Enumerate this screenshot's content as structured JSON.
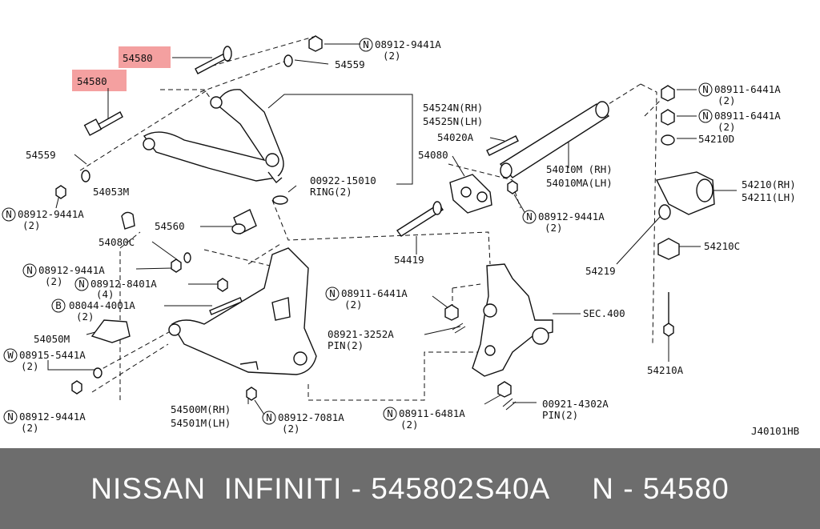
{
  "labels": {
    "hl_a": "54580",
    "hl_b": "54580",
    "top_nut": "08912-9441A",
    "top_nut_qty": "(2)",
    "washer_top": "54559",
    "washer_left": "54559",
    "upper_arm_rh": "54524N(RH)",
    "upper_arm_lh": "54525N(LH)",
    "ring": "00922-15010",
    "ring_qty": "RING(2)",
    "bracket": "54053M",
    "nut_left": "08912-9441A",
    "nut_left_qty": "(2)",
    "bump_stop": "54560",
    "lower_bracket": "54080C",
    "nut_mid": "08912-9441A",
    "nut_mid_qty": "(2)",
    "nut_8401": "08912-8401A",
    "nut_8401_qty": "(4)",
    "bolt_4001": "08044-4001A",
    "bolt_4001_qty": "(2)",
    "stopper": "54050M",
    "washer_5441": "08915-5441A",
    "washer_5441_qty": "(2)",
    "nut_bottom": "08912-9441A",
    "nut_bottom_qty": "(2)",
    "lower_arm_rh": "54500M(RH)",
    "lower_arm_lh": "54501M(LH)",
    "nut_7081": "08912-7081A",
    "nut_7081_qty": "(2)",
    "nut_6481": "08911-6481A",
    "nut_6481_qty": "(2)",
    "pin_4302": "00921-4302A",
    "pin_4302_qty": "PIN(2)",
    "pin_3252": "08921-3252A",
    "pin_3252_qty": "PIN(2)",
    "nut_6441_mid": "08911-6441A",
    "nut_6441_mid_qty": "(2)",
    "sec400": "SEC.400",
    "shaft": "54419",
    "bolt_54020a": "54020A",
    "bracket_54080": "54080",
    "torsion_rh": "54010M (RH)",
    "torsion_lh": "54010MA(LH)",
    "nut_torsion": "08912-9441A",
    "nut_torsion_qty": "(2)",
    "nut_6441_a": "08911-6441A",
    "nut_6441_a_qty": "(2)",
    "nut_6441_b": "08911-6441A",
    "nut_6441_b_qty": "(2)",
    "bushing_d": "54210D",
    "stab_rh": "54210(RH)",
    "stab_lh": "54211(LH)",
    "clip": "54219",
    "bushing_c": "54210C",
    "rod_a": "54210A",
    "drawing_no": "J40101HB",
    "n": "N",
    "b": "B",
    "w": "W"
  },
  "colors": {
    "highlight": "#f4a0a0",
    "footer_bg": "#6d6d6d",
    "footer_text": "#ffffff"
  },
  "footer": {
    "brand": "NISSAN  INFINITI - 545802S40A",
    "part": "N - 54580"
  }
}
